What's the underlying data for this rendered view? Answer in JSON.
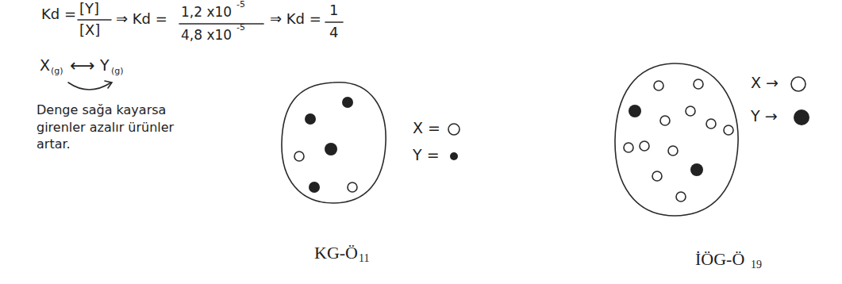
{
  "diagram": {
    "labels": [
      "Kd =",
      "[Y]",
      "[X]",
      "⇒ Kd =",
      "1,2 x10",
      "-5",
      "4,8 x10",
      "-5",
      "⇒ Kd =",
      "1",
      "4",
      "X",
      "(g)",
      "⟷",
      "Y",
      "(g)",
      "Denge sağa kayarsa girenler azalır ürünler artar.",
      "KG-Ö",
      "11",
      "İÖG-Ö",
      "19"
    ],
    "legend": [
      {
        "text": "X ="
      },
      {
        "text": "Y ="
      },
      {
        "text": "X →"
      },
      {
        "text": "Y →"
      }
    ]
  }
}
